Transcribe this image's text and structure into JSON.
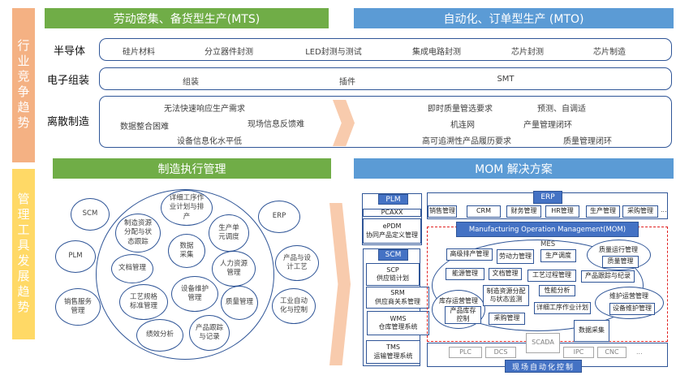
{
  "side": {
    "trend1": "行业竞争趋势",
    "trend2": "管理工具发展趋势"
  },
  "headers": {
    "mts": "劳动密集、备货型生产(MTS)",
    "mto": "自动化、订单型生产 (MTO)",
    "mes_title": "制造执行管理",
    "mom_title": "MOM 解决方案"
  },
  "rows": [
    {
      "label": "半导体",
      "items": [
        "硅片材料",
        "分立器件封测",
        "LED封测与测试",
        "集成电路封测",
        "芯片封测",
        "芯片制造"
      ]
    },
    {
      "label": "电子组装",
      "items": [
        "组装",
        "插件",
        "SMT"
      ]
    },
    {
      "label": "离散制造",
      "left": [
        "无法快速响应生产需求",
        "数据整合困难",
        "现场信息反馈难",
        "设备信息化水平低"
      ],
      "right": [
        "即时质量管选要求",
        "预测、自调适",
        "机连网",
        "产量管理闭环",
        "高可追溯性产品履历要求",
        "质量管理闭环"
      ]
    }
  ],
  "mes_circle": {
    "outer": [
      "SCM",
      "PLM",
      "销售服务管理",
      "ERP",
      "产品与设计工艺",
      "工业自动化与控制"
    ],
    "inner": [
      "详细工序作业计划与排产",
      "制造资源分配与状态跟踪",
      "生产单元调度",
      "数据采集",
      "文档管理",
      "人力资源管理",
      "设备维护管理",
      "工艺规格标准管理",
      "质量管理",
      "绩效分析",
      "产品跟踪与记录"
    ]
  },
  "mom": {
    "plm": {
      "label": "PLM",
      "items": [
        "PCAXX",
        "ePDM",
        "协同产品定义管理"
      ]
    },
    "scm": {
      "label": "SCM",
      "items": [
        [
          "SCP",
          "供应链计划"
        ],
        [
          "SRM",
          "供应商关系管理"
        ],
        [
          "WMS",
          "仓库管理系统"
        ],
        [
          "TMS",
          "运输管理系统"
        ]
      ]
    },
    "erp": {
      "label": "ERP",
      "items": [
        "销售管理",
        "CRM",
        "财务管理",
        "HR管理",
        "生产管理",
        "采购管理"
      ],
      "more": "..."
    },
    "mom_label": "Manufacturing Operation Management(MOM)",
    "mes": {
      "label": "MES",
      "items": [
        "高级排产管理",
        "劳动力管理",
        "生产调度",
        "能源管理",
        "文档管理",
        "工艺过程管理",
        "制造资源分配与状态监测",
        "性能分析",
        "详细工序作业计划",
        "采购管理",
        "产品跟踪与纪录",
        "数据采集"
      ]
    },
    "inventory": {
      "label": "库存运营管理",
      "item": "产品库存控制"
    },
    "quality": {
      "label": "质量运行管理",
      "item": "质量管理"
    },
    "maintenance": {
      "label": "维护运营管理",
      "item": "设备维护管理"
    },
    "field": {
      "label": "现场自动化控制",
      "items": [
        "SCADA",
        "PLC",
        "DCS",
        "IPC",
        "CNC"
      ],
      "more": "..."
    }
  }
}
